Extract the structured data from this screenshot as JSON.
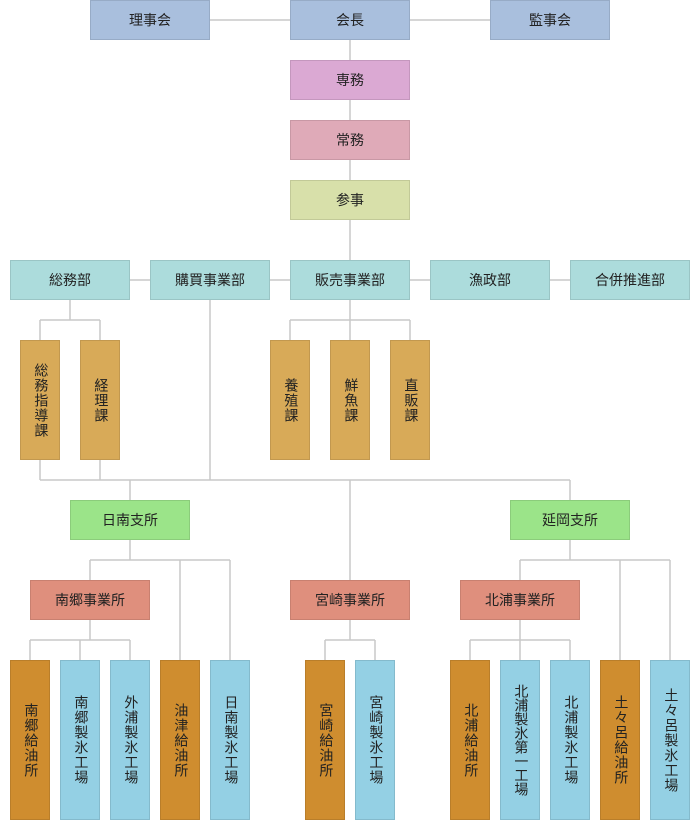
{
  "colors": {
    "top_blue": "#a9bfdd",
    "senmu": "#dba9d3",
    "jomu": "#dfaab8",
    "sanji": "#d8e0aa",
    "department": "#acdcdc",
    "section_tan": "#d8aa58",
    "branch_green": "#9be489",
    "office_salmon": "#df8f7d",
    "fuel_orange": "#cf8d2f",
    "ice_blue": "#94d0e4",
    "connector": "#c8c8c8"
  },
  "nodes": {
    "rijikai": "理事会",
    "kaicho": "会長",
    "kanjikai": "監事会",
    "senmu": "専務",
    "jomu": "常務",
    "sanji": "参事",
    "somubu": "総務部",
    "kobai": "購買事業部",
    "hanbai": "販売事業部",
    "gyosei": "漁政部",
    "gappei": "合併推進部",
    "somushido": "総務指導課",
    "keiri": "経理課",
    "yoshoku": "養殖課",
    "sengyo": "鮮魚課",
    "chokuhan": "直販課",
    "nichinan": "日南支所",
    "nobeoka": "延岡支所",
    "nango": "南郷事業所",
    "miyazaki": "宮崎事業所",
    "kitaura": "北浦事業所",
    "l1": "南郷給油所",
    "l2": "南郷製氷工場",
    "l3": "外浦製氷工場",
    "l4": "油津給油所",
    "l5": "日南製氷工場",
    "l6": "宮崎給油所",
    "l7": "宮崎製氷工場",
    "l8": "北浦給油所",
    "l9": "北浦製氷第一工場",
    "l10": "北浦製氷工場",
    "l11": "土々呂給油所",
    "l12": "土々呂製氷工場"
  }
}
